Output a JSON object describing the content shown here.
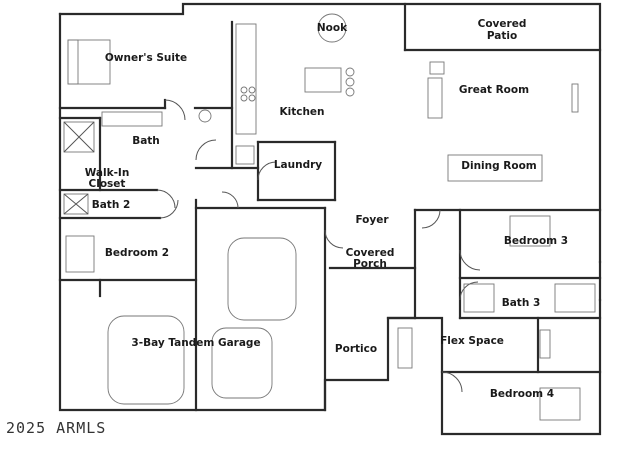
{
  "rooms": {
    "nook": "Nook",
    "covered_patio_1": "Covered",
    "covered_patio_2": "Patio",
    "owners_suite": "Owner's Suite",
    "great_room": "Great Room",
    "kitchen": "Kitchen",
    "bath": "Bath",
    "laundry": "Laundry",
    "walk_in_1": "Walk-In",
    "walk_in_2": "Closet",
    "dining_room": "Dining Room",
    "bath_2": "Bath 2",
    "foyer": "Foyer",
    "bedroom_2": "Bedroom 2",
    "covered_porch_1": "Covered",
    "covered_porch_2": "Porch",
    "bedroom_3": "Bedroom 3",
    "bath_3": "Bath 3",
    "garage": "3-Bay Tandem Garage",
    "portico": "Portico",
    "flex_space": "Flex Space",
    "bedroom_4": "Bedroom 4"
  },
  "copyright": "2025 ARMLS"
}
